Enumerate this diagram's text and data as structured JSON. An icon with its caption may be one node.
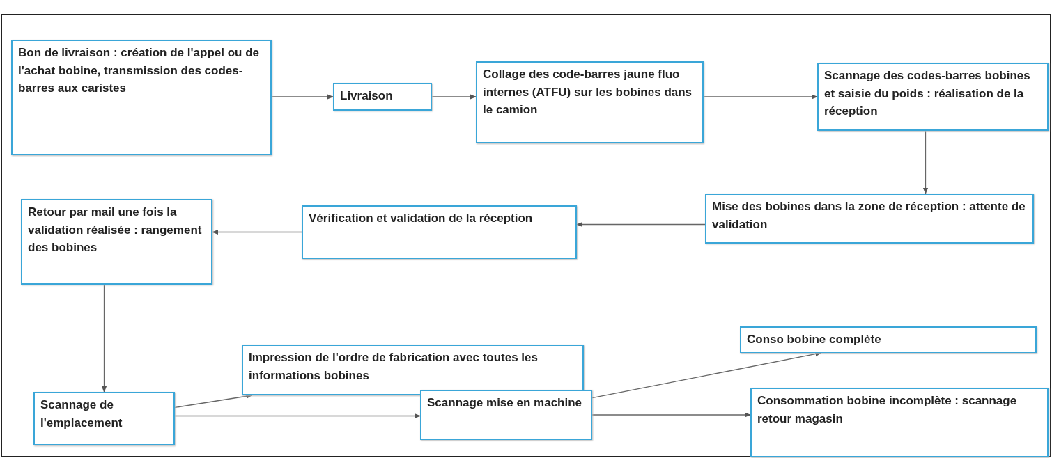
{
  "diagram": {
    "nodes": [
      {
        "text": [
          "Bon de livraison : création de l'appel ou de l'achat bobine, transmission des codes-barres aux caristes"
        ]
      },
      {
        "text": [
          "Livraison"
        ]
      },
      {
        "text": [
          "Collage des code-barres jaune fluo internes (ATFU) sur les bobines dans le camion"
        ]
      },
      {
        "text": [
          "Scannage des codes-barres bobines et saisie du poids : réalisation de la réception"
        ]
      },
      {
        "text": [
          "Mise des bobines dans la zone de réception : attente de validation"
        ]
      },
      {
        "text": [
          "Vérification et validation de la réception"
        ]
      },
      {
        "text": [
          "Retour par mail une fois la validation réalisée : rangement des bobines"
        ]
      },
      {
        "text": [
          "Impression de l'ordre de fabrication avec toutes les informations bobines"
        ]
      },
      {
        "text": [
          "Scannage de l'emplacement"
        ]
      },
      {
        "text": [
          "Scannage mise en machine"
        ]
      },
      {
        "text": [
          "Conso bobine complète"
        ]
      },
      {
        "text": [
          "Consommation bobine incomplète : scannage retour magasin"
        ]
      }
    ],
    "edges": [
      {
        "from": 0,
        "to": 1,
        "arrow": "to"
      },
      {
        "from": 1,
        "to": 2,
        "arrow": "to"
      },
      {
        "from": 2,
        "to": 3,
        "arrow": "to"
      },
      {
        "from": 3,
        "to": 4,
        "arrow": "to"
      },
      {
        "from": 4,
        "to": 5,
        "arrow": "to"
      },
      {
        "from": 5,
        "to": 6,
        "arrow": "to"
      },
      {
        "from": 6,
        "to": 8,
        "arrow": "to"
      },
      {
        "from": 8,
        "to": 7,
        "arrow": "to"
      },
      {
        "from": 8,
        "to": 9,
        "arrow": "to"
      },
      {
        "from": 9,
        "to": 10,
        "arrow": "to"
      },
      {
        "from": 9,
        "to": 11,
        "arrow": "to"
      }
    ]
  }
}
